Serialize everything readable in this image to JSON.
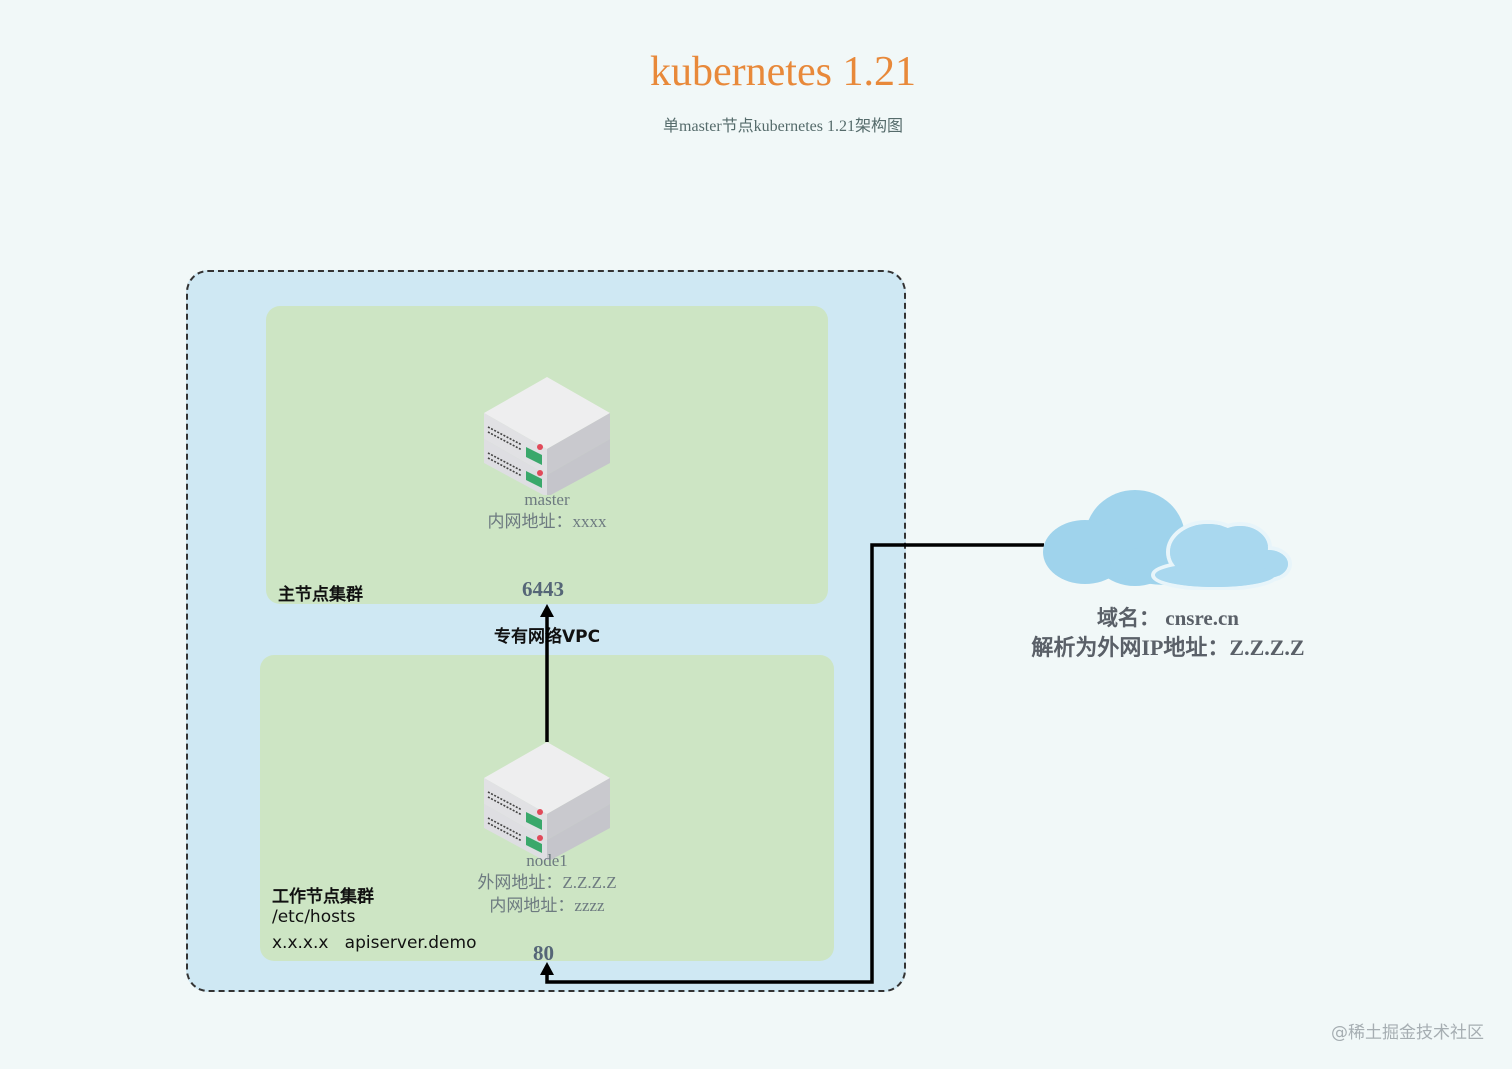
{
  "header": {
    "title": "kubernetes 1.21",
    "subtitle": "单master节点kubernetes 1.21架构图"
  },
  "vpc": {
    "label": "专有网络VPC"
  },
  "master_cluster": {
    "label": "主节点集群",
    "server_name": "master",
    "internal_ip": "内网地址：xxxx",
    "port": "6443"
  },
  "worker_cluster": {
    "label": "工作节点集群",
    "hosts_file": "/etc/hosts",
    "hosts_entry": "x.x.x.x   apiserver.demo",
    "server_name": "node1",
    "external_ip": "外网地址：Z.Z.Z.Z",
    "internal_ip": "内网地址：zzzz",
    "port": "80"
  },
  "cloud": {
    "domain": "域名：  cnsre.cn",
    "resolve": "解析为外网IP地址：Z.Z.Z.Z"
  },
  "watermark": "@稀土掘金技术社区",
  "colors": {
    "title": "#e8893a",
    "vpc_fill": "#cfe8f3",
    "cluster_fill": "#cde5c4",
    "cloud_fill": "#9fd3ec"
  },
  "icons": [
    "server-icon",
    "cloud-icon"
  ]
}
